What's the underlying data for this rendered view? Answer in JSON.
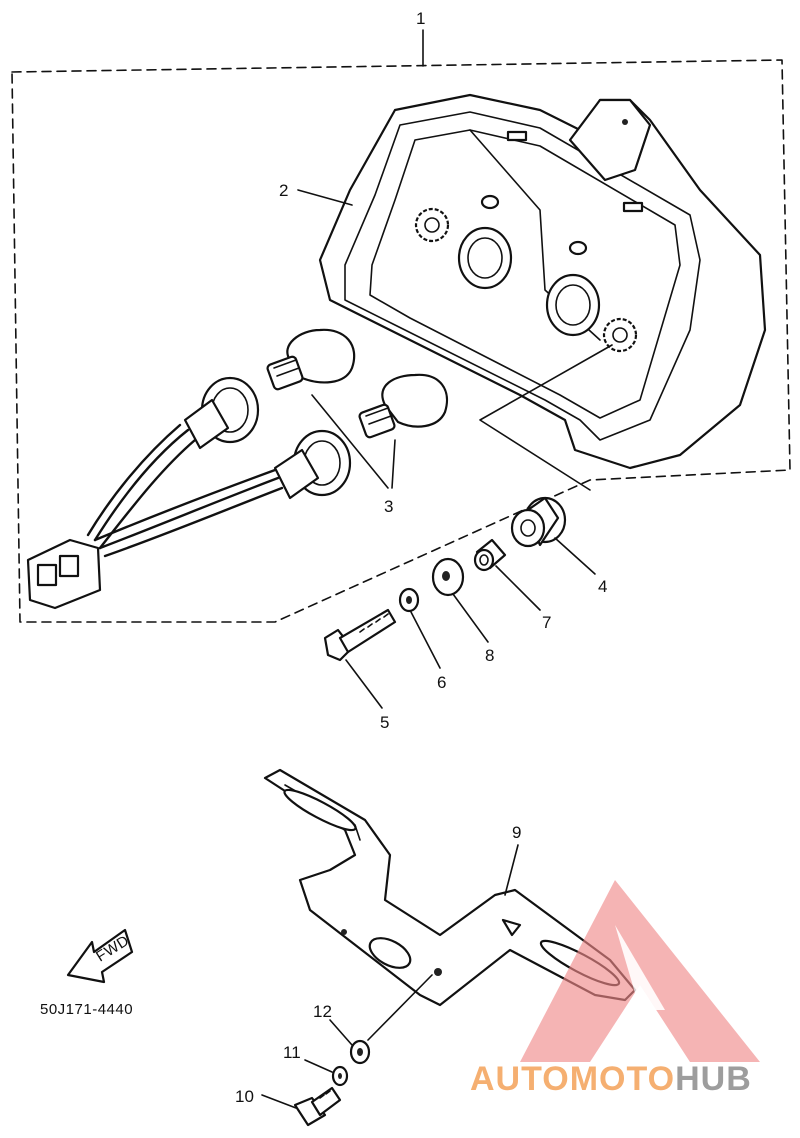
{
  "diagram": {
    "callouts": [
      {
        "id": "1",
        "label": "1"
      },
      {
        "id": "2",
        "label": "2"
      },
      {
        "id": "3",
        "label": "3"
      },
      {
        "id": "4",
        "label": "4"
      },
      {
        "id": "5",
        "label": "5"
      },
      {
        "id": "6",
        "label": "6"
      },
      {
        "id": "7",
        "label": "7"
      },
      {
        "id": "8",
        "label": "8"
      },
      {
        "id": "9",
        "label": "9"
      },
      {
        "id": "10",
        "label": "10"
      },
      {
        "id": "11",
        "label": "11"
      },
      {
        "id": "12",
        "label": "12"
      }
    ],
    "direction_arrow": "FWD",
    "part_code": "50J171-4440"
  },
  "watermark": {
    "text_auto": "AUTO",
    "text_moto": "MOTO",
    "text_hub": "HUB",
    "colors": {
      "auto": "#f4a259",
      "moto": "#f4a259",
      "hub": "#8c8c8c",
      "triangle": "#f08a8a"
    }
  }
}
